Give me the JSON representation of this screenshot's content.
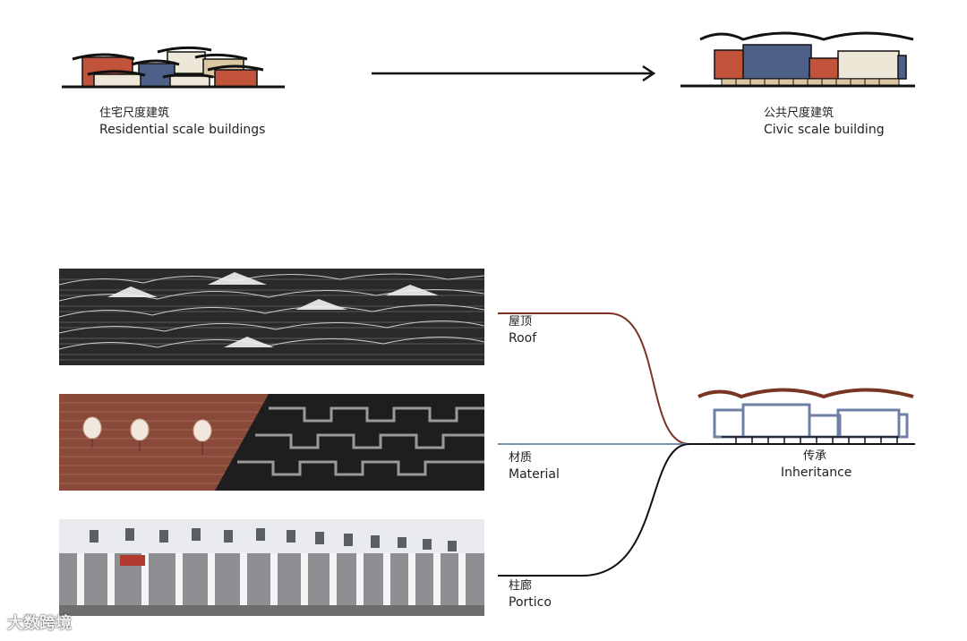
{
  "residential": {
    "zh": "住宅尺度建筑",
    "en": "Residential scale buildings"
  },
  "civic": {
    "zh": "公共尺度建筑",
    "en": "Civic scale building"
  },
  "roof": {
    "zh": "屋顶",
    "en": "Roof"
  },
  "material": {
    "zh": "材质",
    "en": "Material"
  },
  "portico": {
    "zh": "柱廊",
    "en": "Portico"
  },
  "inheritance": {
    "zh": "传承",
    "en": "Inheritance"
  },
  "watermark": "大数跨境",
  "colors": {
    "red": "#c0533a",
    "blue": "#4c6088",
    "cream": "#ece7d6",
    "tan": "#dcc7a3",
    "roof_line": "#7a3522",
    "material_line": "#7a8fb0",
    "portico_line": "#111111",
    "outline_blue": "#6f7fa6"
  }
}
